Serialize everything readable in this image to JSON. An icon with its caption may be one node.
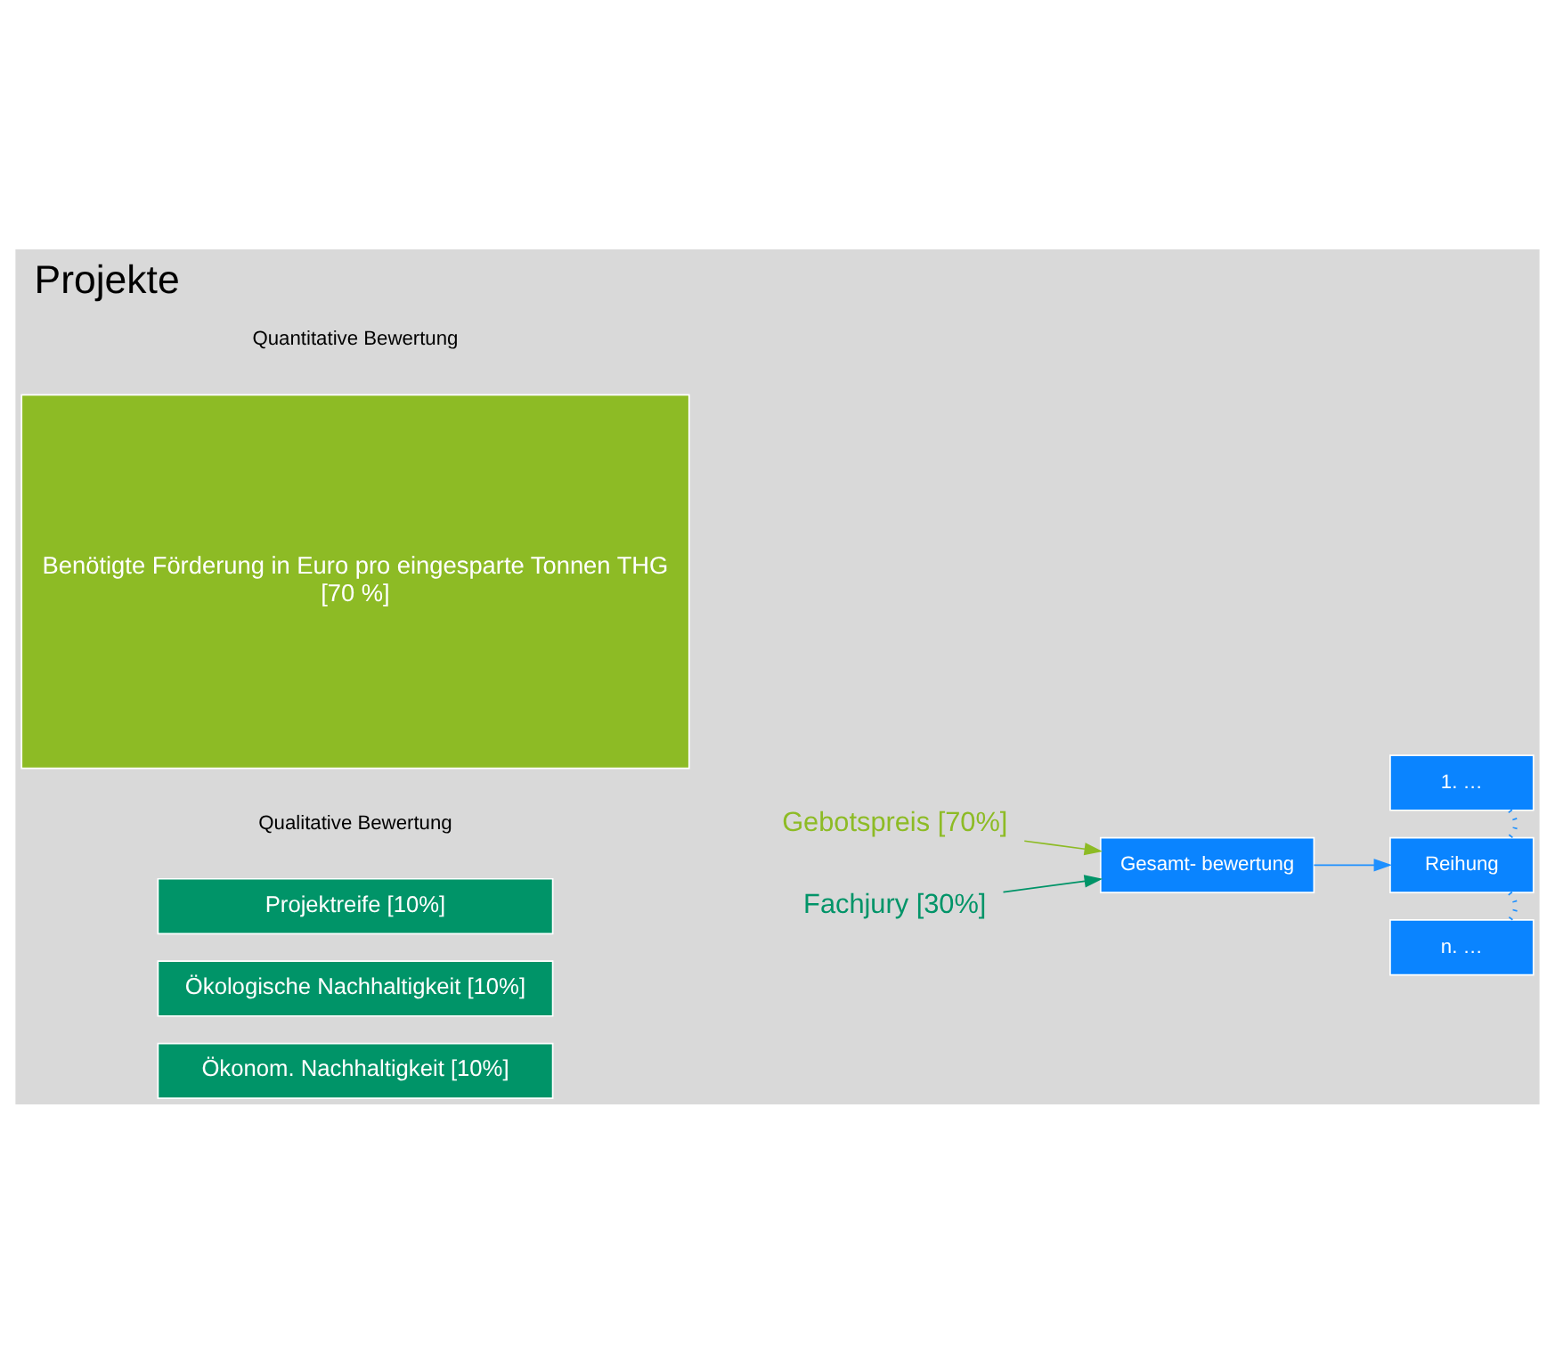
{
  "diagram": {
    "title": "Projekte",
    "nodes": [
      {
        "text": [
          "Benötigte Förderung in Euro pro eingesparte Tonnen THG",
          "[70 %]"
        ]
      },
      {
        "text": [
          "Gebotspreis [70%]"
        ]
      },
      {
        "text": [
          "Projektreife [10%]"
        ]
      },
      {
        "text": [
          "Ökologische Nachhaltigkeit [10%]"
        ]
      },
      {
        "text": [
          "Ökonom. Nachhaltigkeit [10%]"
        ]
      },
      {
        "text": [
          "Fachjury [30%]"
        ]
      },
      {
        "text": [
          "Gesamt- bewertung"
        ]
      },
      {
        "text": [
          "1. …"
        ]
      },
      {
        "text": [
          "Reihung"
        ]
      },
      {
        "text": [
          "n. …"
        ]
      }
    ],
    "edges": [
      {
        "from": 1,
        "to": 6,
        "arrow": "to",
        "color": "#8dbb25"
      },
      {
        "from": 5,
        "to": 6,
        "arrow": "to",
        "color": "#009468"
      },
      {
        "from": 6,
        "to": 8,
        "arrow": "to",
        "color": "#1e90ff"
      },
      {
        "from": 7,
        "to": 8,
        "arrow": "none",
        "style": "dashed",
        "color": "#1e90ff"
      },
      {
        "from": 8,
        "to": 9,
        "arrow": "none",
        "style": "dashed",
        "color": "#1e90ff"
      }
    ],
    "labels": [
      "Quantitative Bewertung",
      "Qualitative Bewertung"
    ]
  }
}
